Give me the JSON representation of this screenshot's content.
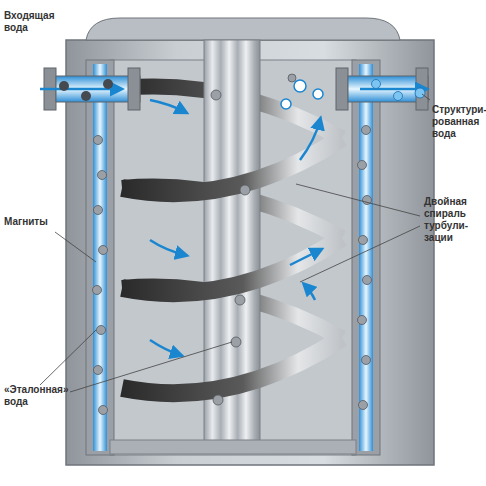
{
  "diagram": {
    "labels": [
      "Входящая вода",
      "Магниты",
      "«Эталонная» вода",
      "Структури- рованная вода",
      "Двойная спираль турбули- зации"
    ]
  }
}
